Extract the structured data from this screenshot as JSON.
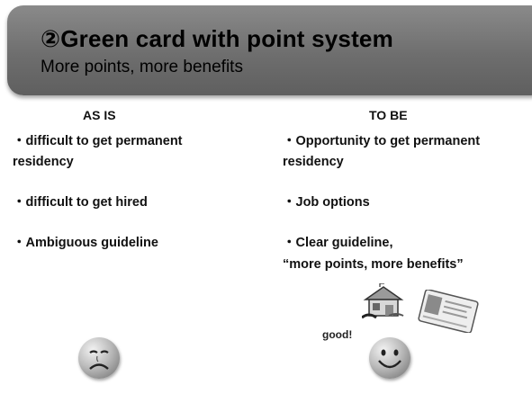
{
  "header": {
    "title": "②Green card with point system",
    "subtitle": "More points, more benefits"
  },
  "as_is": {
    "heading": "AS IS",
    "items": [
      "・difficult to get permanent",
      "residency",
      "・difficult to get hired",
      "・Ambiguous guideline"
    ]
  },
  "to_be": {
    "heading": "TO BE",
    "items": [
      "・Opportunity to get permanent",
      "residency",
      "・Job options",
      "・Clear guideline,",
      "“more points, more benefits”"
    ]
  },
  "illustration": {
    "good_label": "good!"
  }
}
